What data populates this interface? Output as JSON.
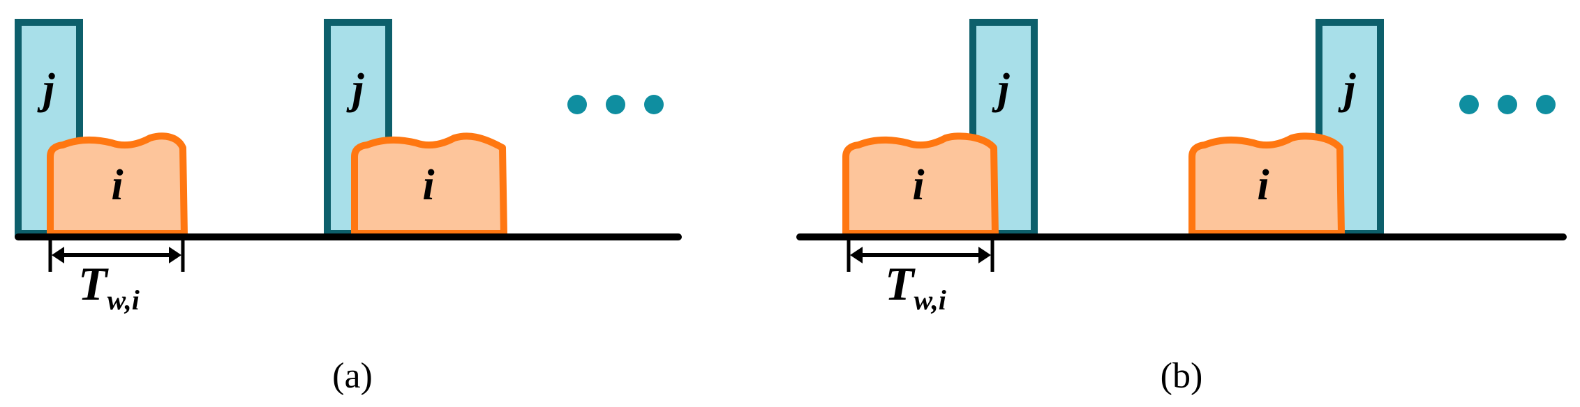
{
  "panel_a": {
    "caption": "(a)",
    "tall_block_label": "j",
    "wide_block_label": "i",
    "interval_label": "T",
    "interval_subscript": "w,i",
    "ellipsis": "..."
  },
  "panel_b": {
    "caption": "(b)",
    "tall_block_label": "j",
    "wide_block_label": "i",
    "interval_label": "T",
    "interval_subscript": "w,i",
    "ellipsis": "..."
  },
  "colors": {
    "tall_fill": "#a8dfe9",
    "tall_stroke": "#0d5f6b",
    "wide_fill": "#fdc59b",
    "wide_stroke": "#ff7711",
    "dots": "#0f8ea0",
    "line": "#000000"
  }
}
